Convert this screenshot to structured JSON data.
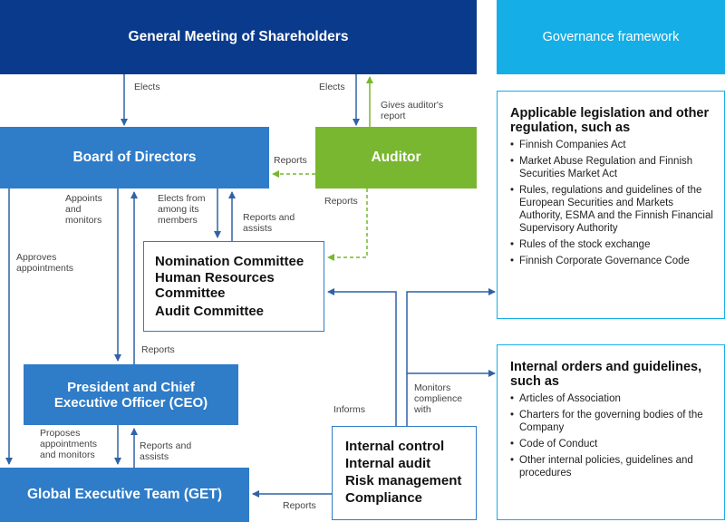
{
  "boxes": {
    "shareholders": "General Meeting of Shareholders",
    "board": "Board of Directors",
    "auditor": "Auditor",
    "ceo_line1": "President and Chief",
    "ceo_line2": "Executive Officer (CEO)",
    "get": "Global Executive Team (GET)",
    "governance": "Governance framework"
  },
  "committees": [
    "Nomination Committee",
    "Human Resources Committee",
    "Audit Committee"
  ],
  "internal": [
    "Internal control",
    "Internal audit",
    "Risk management",
    "Compliance"
  ],
  "labels": {
    "elects_left": "Elects",
    "elects_right": "Elects",
    "gives_report": "Gives auditor's report",
    "reports_auditor_board": "Reports",
    "appoints": "Appoints and monitors",
    "elects_from": "Elects from among its members",
    "reports_assists_committee": "Reports and assists",
    "reports_auditor_committee": "Reports",
    "approves": "Approves appointments",
    "reports_ceo": "Reports",
    "informs": "Informs",
    "monitors": "Monitors complience with",
    "proposes": "Proposes appointments and monitors",
    "reports_assists_get": "Reports and assists",
    "reports_get": "Reports"
  },
  "legislation": {
    "title": "Applicable legislation and other regulation, such as",
    "items": [
      "Finnish Companies Act",
      "Market Abuse Regulation and Finnish Securities Market Act",
      "Rules, regulations and guidelines of the European Securities and Markets Authority, ESMA and the Finnish Financial Supervisory Authority",
      "Rules of the stock exchange",
      "Finnish Corporate Governance Code"
    ]
  },
  "internal_orders": {
    "title": "Internal orders and guidelines, such as",
    "items": [
      "Articles of Association",
      "Charters for the governing bodies of the Company",
      "Code of Conduct",
      "Other internal policies, guidelines and procedures"
    ]
  },
  "colors": {
    "dark_blue": "#0a3a8c",
    "mid_blue": "#2f7cc8",
    "green": "#78b72f",
    "cyan": "#16aee6"
  }
}
